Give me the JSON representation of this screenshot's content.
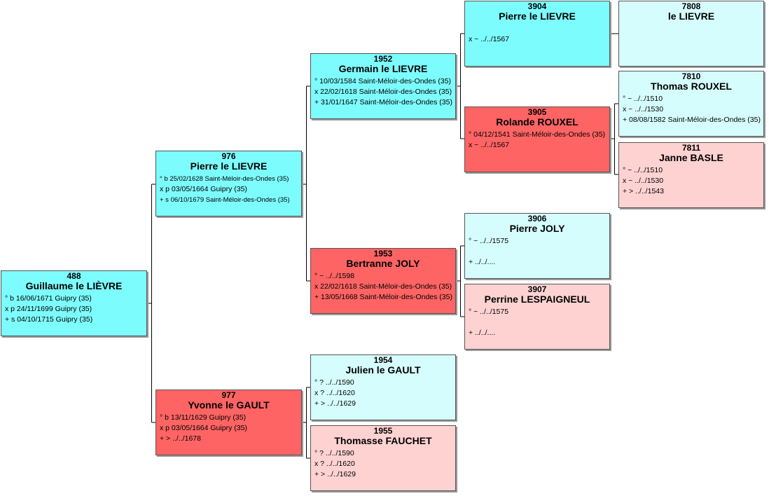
{
  "colors": {
    "male_main": "#7dfcfd",
    "male_light": "#d6fdfd",
    "female_main": "#ff6464",
    "female_light": "#ffd2d2",
    "line": "#000000"
  },
  "persons": [
    {
      "id": "p488",
      "num": "488",
      "name": "Guillaume le LIÈVRE",
      "lines": [
        "° b 16/06/1671 Guipry (35)",
        "x p 24/11/1699 Guipry (35)",
        "+ s 04/10/1715 Guipry (35)"
      ]
    },
    {
      "id": "p976",
      "num": "976",
      "name": "Pierre le LIEVRE",
      "lines": [
        "° b 25/02/1628 Saint-Méloir-des-Ondes (35)",
        "x p 03/05/1664 Guipry (35)",
        "+ s 06/10/1679 Saint-Méloir-des-Ondes (35)"
      ]
    },
    {
      "id": "p977",
      "num": "977",
      "name": "Yvonne le GAULT",
      "lines": [
        "° b 13/11/1629 Guipry (35)",
        "x p 03/05/1664 Guipry (35)",
        "+ > ../../1678"
      ]
    },
    {
      "id": "p1952",
      "num": "1952",
      "name": "Germain le LIEVRE",
      "lines": [
        "° 10/03/1584 Saint-Méloir-des-Ondes (35)",
        "x 22/02/1618 Saint-Méloir-des-Ondes (35)",
        "+ 31/01/1647 Saint-Méloir-des-Ondes (35)"
      ]
    },
    {
      "id": "p1953",
      "num": "1953",
      "name": "Bertranne JOLY",
      "lines": [
        "° ~ ../../1598",
        "x 22/02/1618 Saint-Méloir-des-Ondes (35)",
        "+ 13/05/1668 Saint-Méloir-des-Ondes (35)"
      ]
    },
    {
      "id": "p1954",
      "num": "1954",
      "name": "Julien le GAULT",
      "lines": [
        "° ? ../../1590",
        "x ? ../../1620",
        "+ > ../../1629"
      ]
    },
    {
      "id": "p1955",
      "num": "1955",
      "name": "Thomasse FAUCHET",
      "lines": [
        "° ? ../../1590",
        "x ? ../../1620",
        "+ > ../../1629"
      ]
    },
    {
      "id": "p3904",
      "num": "3904",
      "name": "Pierre le LIEVRE",
      "lines": [
        "",
        "x ~ ../../1567",
        ""
      ]
    },
    {
      "id": "p3905",
      "num": "3905",
      "name": "Rolande ROUXEL",
      "lines": [
        "° 04/12/1541 Saint-Méloir-des-Ondes (35)",
        "x ~ ../../1567",
        ""
      ]
    },
    {
      "id": "p3906",
      "num": "3906",
      "name": "Pierre JOLY",
      "lines": [
        "° ~ ../../1575",
        "",
        "+ ../../...."
      ]
    },
    {
      "id": "p3907",
      "num": "3907",
      "name": "Perrine LESPAIGNEUL",
      "lines": [
        "° ~ ../../1575",
        "",
        "+ ../../...."
      ]
    },
    {
      "id": "p7808",
      "num": "7808",
      "name": "le LIEVRE",
      "lines": [
        "",
        "",
        ""
      ]
    },
    {
      "id": "p7810",
      "num": "7810",
      "name": "Thomas ROUXEL",
      "lines": [
        "° ~ ../../1510",
        "x ~ ../../1530",
        "+ 08/08/1582 Saint-Méloir-des-Ondes (35)"
      ]
    },
    {
      "id": "p7811",
      "num": "7811",
      "name": "Janne BASLE",
      "lines": [
        "° ~ ../../1510",
        "x ~ ../../1530",
        "+ > ../../1543"
      ]
    }
  ]
}
